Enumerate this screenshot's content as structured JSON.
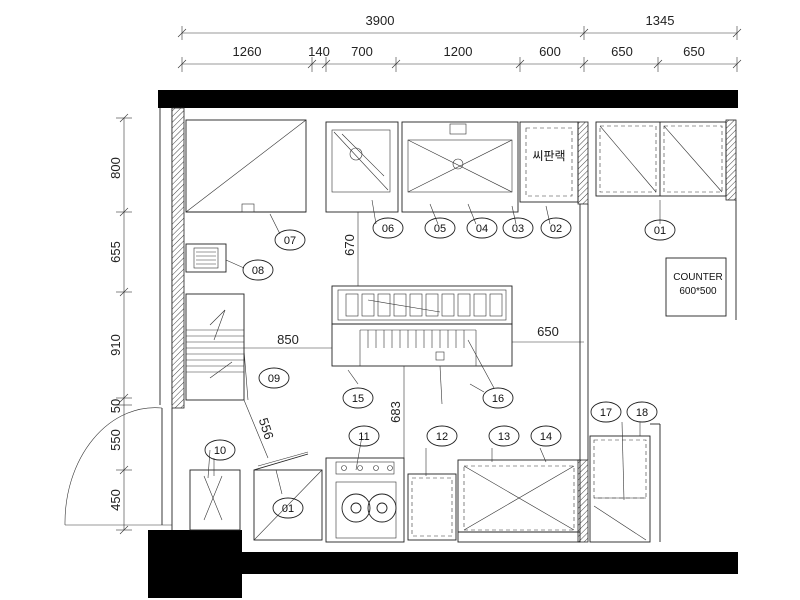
{
  "dimensions": {
    "top_total": [
      "3900",
      "1345"
    ],
    "top_segments": [
      "1260",
      "140",
      "700",
      "1200",
      "600",
      "650",
      "650"
    ],
    "left_segments": [
      "800",
      "655",
      "910",
      "50",
      "550",
      "450"
    ],
    "inner": [
      "670",
      "850",
      "650",
      "683",
      "556"
    ]
  },
  "equipment_tags": [
    "07",
    "06",
    "05",
    "04",
    "03",
    "02",
    "01",
    "08",
    "09",
    "15",
    "16",
    "10",
    "11",
    "12",
    "13",
    "14",
    "17",
    "18",
    "01"
  ],
  "labels": {
    "rack": "씨판랙",
    "counter_line1": "COUNTER",
    "counter_line2": "600*500"
  }
}
